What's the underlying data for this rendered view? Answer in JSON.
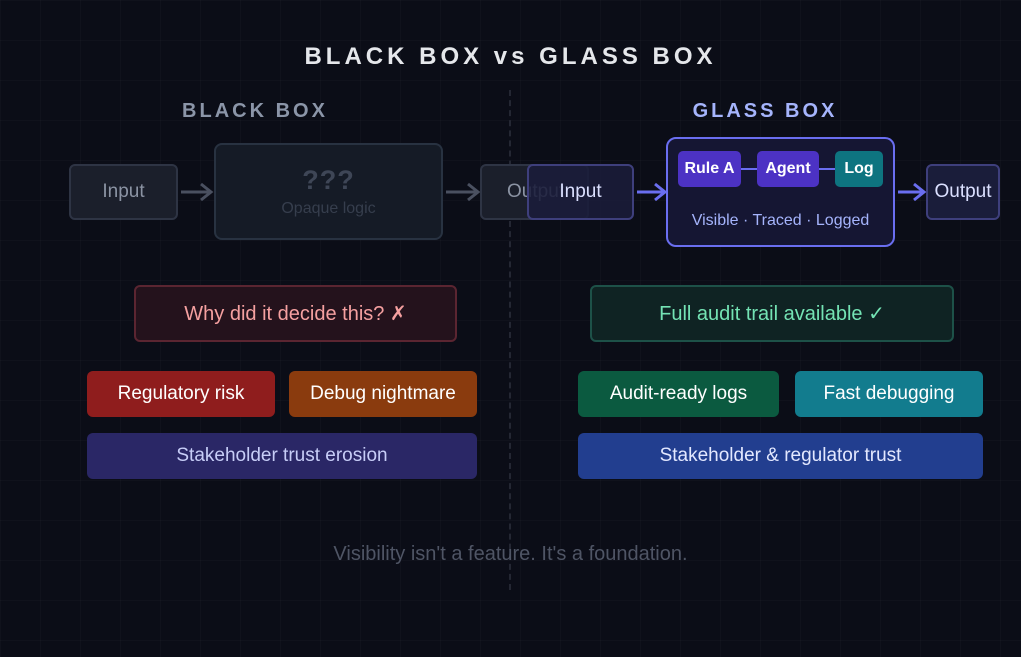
{
  "title": "BLACK BOX vs GLASS BOX",
  "black_box": {
    "heading": "BLACK BOX",
    "input_label": "Input",
    "unknown_symbol": "???",
    "logic_label": "Opaque logic",
    "output_label": "Output",
    "question": "Why did it decide this? ✗",
    "risks": [
      "Regulatory risk",
      "Debug nightmare",
      "Stakeholder trust erosion"
    ]
  },
  "glass_box": {
    "heading": "GLASS BOX",
    "input_label": "Input",
    "chips": [
      "Rule A",
      "Agent",
      "Log"
    ],
    "caption": "Visible · Traced · Logged",
    "output_label": "Output",
    "audit": "Full audit trail available ✓",
    "benefits": [
      "Audit-ready logs",
      "Fast debugging",
      "Stakeholder & regulator trust"
    ]
  },
  "footer": "Visibility isn't a feature. It's a foundation.",
  "colors": {
    "background": "#0b0d17",
    "glass_accent": "#6a6ef0",
    "risk_red": "#8f1d1d",
    "risk_orange": "#8a3b0e",
    "benefit_green": "#0b5a40",
    "benefit_teal": "#127c8e"
  }
}
